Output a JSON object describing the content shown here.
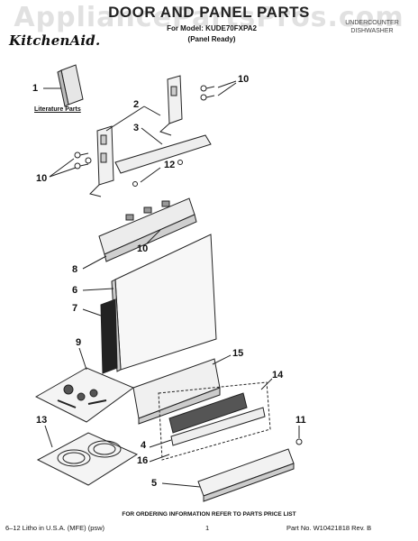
{
  "watermark": "AppliancePartsPros.com",
  "header": {
    "brand": "KitchenAid.",
    "title": "DOOR AND PANEL PARTS",
    "model": "For Model: KUDE70FXPA2",
    "panel": "(Panel Ready)",
    "right_line1": "UNDERCOUNTER",
    "right_line2": "DISHWASHER"
  },
  "literature_label": "Literature Parts",
  "callouts": [
    "1",
    "2",
    "3",
    "10",
    "12",
    "10",
    "8",
    "10",
    "6",
    "7",
    "9",
    "15",
    "14",
    "13",
    "11",
    "4",
    "16",
    "5"
  ],
  "footer": {
    "ordering": "FOR ORDERING INFORMATION REFER TO PARTS PRICE LIST",
    "left": "6–12 Litho in U.S.A. (MFE) (psw)",
    "page": "1",
    "part_no": "Part No. W10421818 Rev. B"
  }
}
